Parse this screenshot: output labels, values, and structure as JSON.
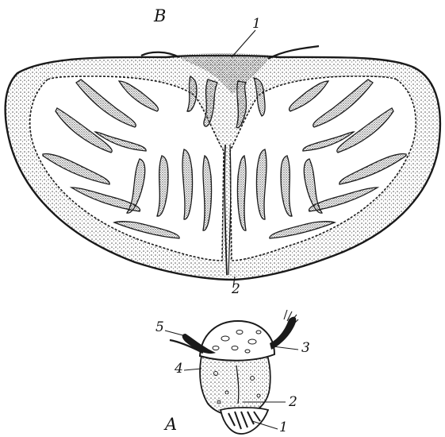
{
  "figure": {
    "panel_b": {
      "letter": "B",
      "labels": {
        "l1": "1",
        "l2": "2"
      }
    },
    "panel_a": {
      "letter": "A",
      "labels": {
        "l1": "1",
        "l2": "2",
        "l3": "3",
        "l4": "4",
        "l5": "5"
      }
    }
  },
  "colors": {
    "ink": "#1a1a1a",
    "stipple": "#8a8a8a",
    "paper": "#ffffff"
  }
}
